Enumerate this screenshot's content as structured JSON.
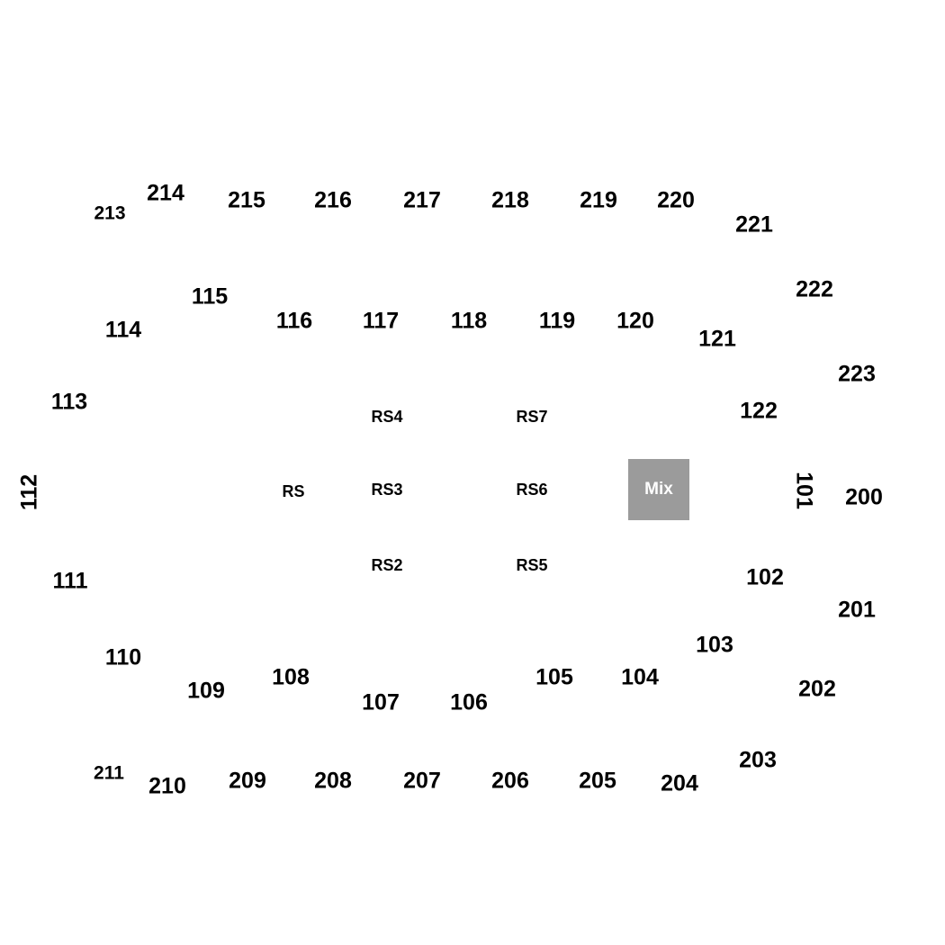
{
  "colors": {
    "background": "#ffffff",
    "label_text": "#000000",
    "mix_fill": "#9b9b9b",
    "mix_text": "#ffffff"
  },
  "sections": {
    "upper": [
      "200",
      "201",
      "202",
      "203",
      "204",
      "205",
      "206",
      "207",
      "208",
      "209",
      "210",
      "211",
      "213",
      "214",
      "215",
      "216",
      "217",
      "218",
      "219",
      "220",
      "221",
      "222",
      "223"
    ],
    "lower": [
      "101",
      "102",
      "103",
      "104",
      "105",
      "106",
      "107",
      "108",
      "109",
      "110",
      "111",
      "112",
      "113",
      "114",
      "115",
      "116",
      "117",
      "118",
      "119",
      "120",
      "121",
      "122"
    ],
    "floor": [
      "RS",
      "RS2",
      "RS3",
      "RS4",
      "RS5",
      "RS6",
      "RS7"
    ]
  },
  "mix": "Mix"
}
